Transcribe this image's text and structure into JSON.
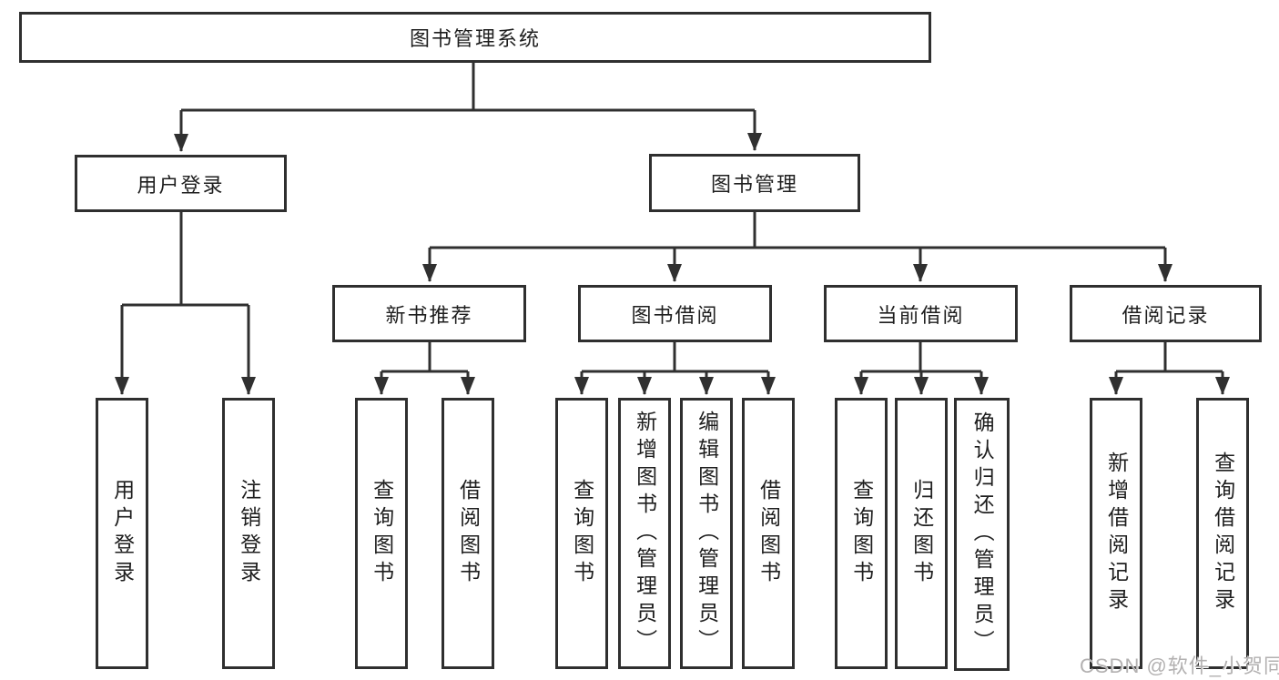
{
  "colors": {
    "line": "#303030",
    "box_border": "#2f2f2f",
    "box_background": "#ffffff",
    "text": "#1e1e1e",
    "watermark": "#b3b1b1"
  },
  "watermark": "CSDN @软件_小贺同学",
  "tree": {
    "label": "图书管理系统",
    "children": [
      {
        "label": "用户登录",
        "children": [
          {
            "label": "用户登录"
          },
          {
            "label": "注销登录"
          }
        ]
      },
      {
        "label": "图书管理",
        "children": [
          {
            "label": "新书推荐",
            "children": [
              {
                "label": "查询图书"
              },
              {
                "label": "借阅图书"
              }
            ]
          },
          {
            "label": "图书借阅",
            "children": [
              {
                "label": "查询图书"
              },
              {
                "label": "新增图书（管理员）"
              },
              {
                "label": "编辑图书（管理员）"
              },
              {
                "label": "借阅图书"
              }
            ]
          },
          {
            "label": "当前借阅",
            "children": [
              {
                "label": "查询图书"
              },
              {
                "label": "归还图书"
              },
              {
                "label": "确认归还（管理员）"
              }
            ]
          },
          {
            "label": "借阅记录",
            "children": [
              {
                "label": "新增借阅记录"
              },
              {
                "label": "查询借阅记录"
              }
            ]
          }
        ]
      }
    ]
  }
}
